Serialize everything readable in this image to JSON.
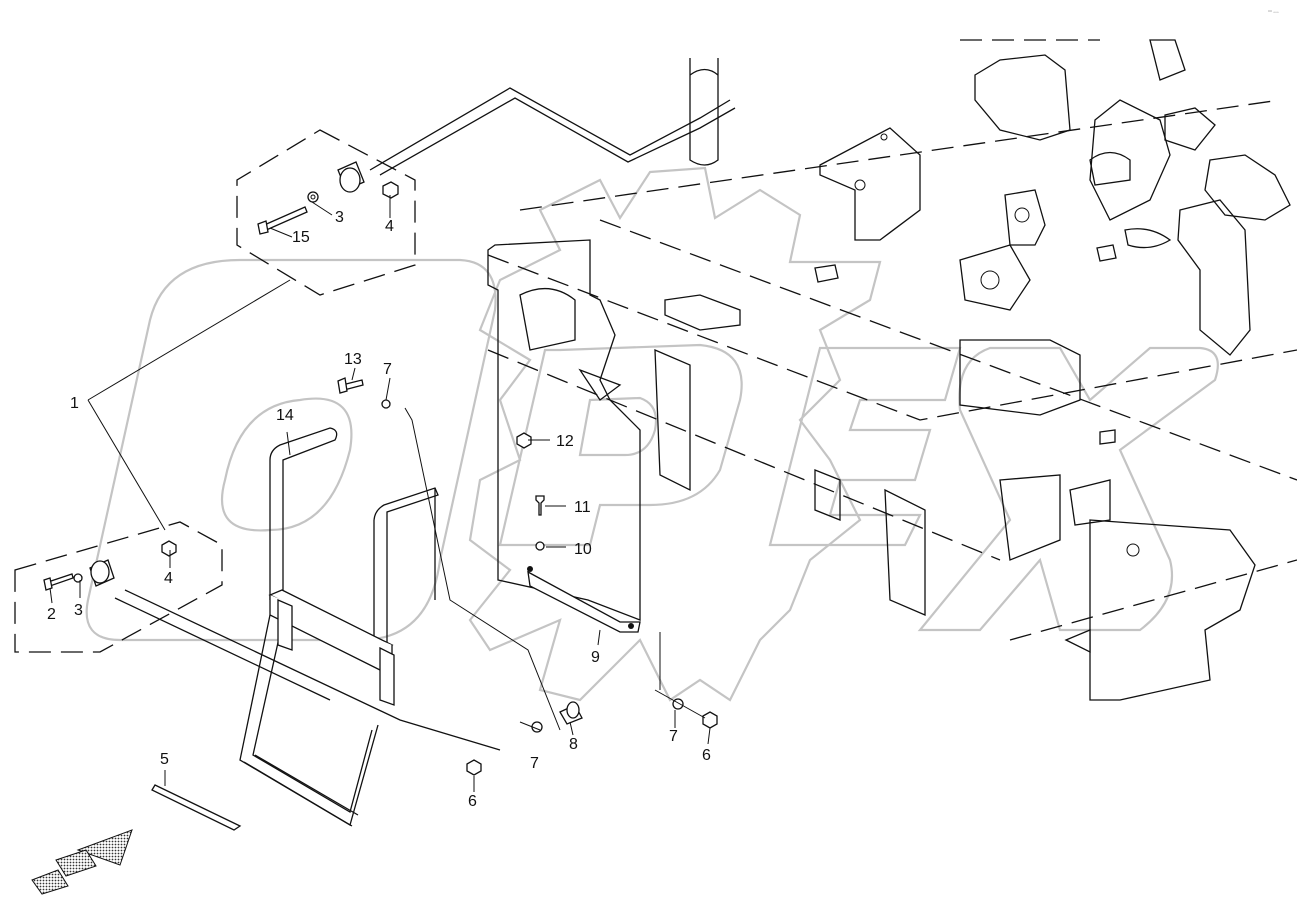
{
  "corner_mark": "°° ▫▫▫",
  "watermark": "OPEX",
  "callouts": [
    {
      "id": "c1",
      "label": "1"
    },
    {
      "id": "c2",
      "label": "2"
    },
    {
      "id": "c3a",
      "label": "3"
    },
    {
      "id": "c3b",
      "label": "3"
    },
    {
      "id": "c4a",
      "label": "4"
    },
    {
      "id": "c4b",
      "label": "4"
    },
    {
      "id": "c5",
      "label": "5"
    },
    {
      "id": "c6a",
      "label": "6"
    },
    {
      "id": "c6b",
      "label": "6"
    },
    {
      "id": "c7a",
      "label": "7"
    },
    {
      "id": "c7b",
      "label": "7"
    },
    {
      "id": "c7c",
      "label": "7"
    },
    {
      "id": "c8",
      "label": "8"
    },
    {
      "id": "c9",
      "label": "9"
    },
    {
      "id": "c10",
      "label": "10"
    },
    {
      "id": "c11",
      "label": "11"
    },
    {
      "id": "c12",
      "label": "12"
    },
    {
      "id": "c13",
      "label": "13"
    },
    {
      "id": "c14",
      "label": "14"
    },
    {
      "id": "c15",
      "label": "15"
    }
  ]
}
